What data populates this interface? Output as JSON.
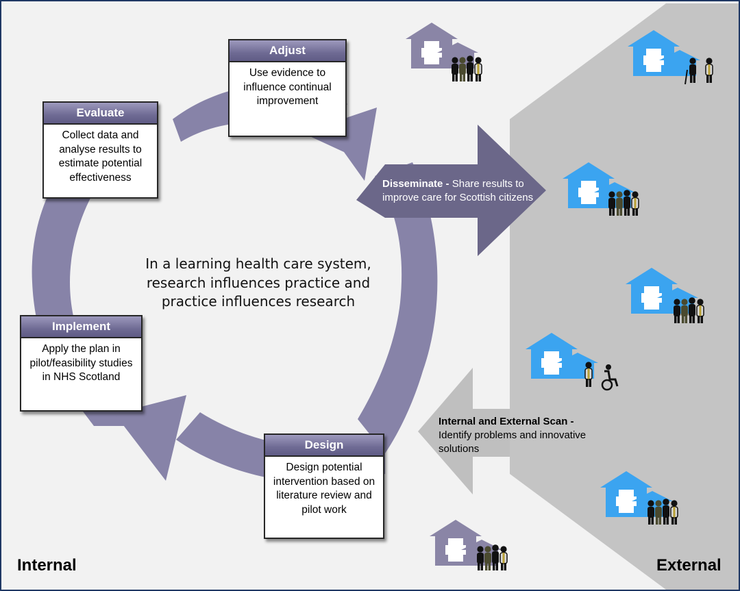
{
  "steps": {
    "adjust": {
      "title": "Adjust",
      "body": "Use evidence to influence continual improvement"
    },
    "evaluate": {
      "title": "Evaluate",
      "body": "Collect data and analyse results to estimate potential effectiveness"
    },
    "implement": {
      "title": "Implement",
      "body": "Apply the plan in pilot/feasibility studies in NHS Scotland"
    },
    "design": {
      "title": "Design",
      "body": "Design potential intervention based on literature review and pilot work"
    }
  },
  "center_text": "In a learning health care system, research influences practice and practice influences research",
  "disseminate": {
    "bold": "Disseminate - ",
    "text": "Share results to improve care for Scottish citizens"
  },
  "scan": {
    "bold": "Internal and External Scan - ",
    "text": "Identify problems and innovative solutions"
  },
  "labels": {
    "internal": "Internal",
    "external": "External"
  },
  "icons": [
    "hospital-icon",
    "people-icon",
    "wheelchair-icon"
  ],
  "colors": {
    "cycle_arrow": "#8783a8",
    "step_header": "#6f6b94",
    "external_panel": "#c4c4c4",
    "scan_arrow": "#bfbfbf",
    "disseminate_arrow": "#6b6789",
    "building_blue": "#3ba4f0",
    "building_grey": "#8a85a6",
    "border": "#1f3864"
  }
}
